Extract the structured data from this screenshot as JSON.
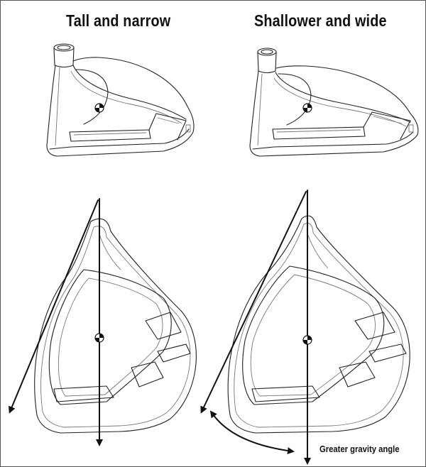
{
  "diagram": {
    "left_title": "Tall and narrow",
    "right_title": "Shallower and wide",
    "annotation": "Greater gravity angle"
  },
  "colors": {
    "line": "#222222",
    "light_line": "#777777",
    "arrow": "#111111",
    "cg_dark": "#111111",
    "cg_light": "#ffffff"
  },
  "icons": {
    "cg_marker": "center-of-gravity-icon"
  }
}
